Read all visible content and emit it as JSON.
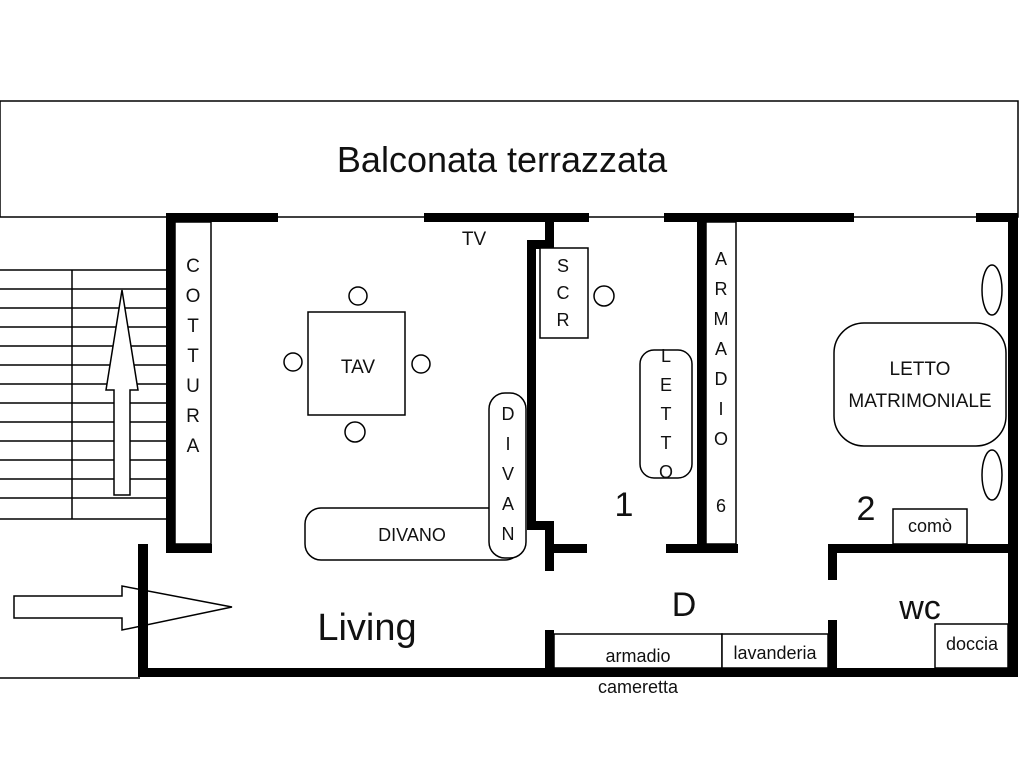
{
  "colors": {
    "wall": "#000000",
    "line": "#000000",
    "background": "#ffffff",
    "text": "#111111"
  },
  "labels": {
    "balcony": "Balconata  terrazzata",
    "living": "Living",
    "tv": "TV",
    "table": "TAV",
    "sofa": "DIVANO",
    "sofa_vertical": "DIVAN",
    "cooking_vertical": "COTTURA",
    "desk_vertical": "SCR",
    "bed_single_vertical": "LETTO",
    "wardrobe_vertical": "ARMADIO",
    "wardrobe_number": "6",
    "room_1": "1",
    "room_2": "2",
    "double_bed_line1": "LETTO",
    "double_bed_line2": "MATRIMONIALE",
    "dresser": "comò",
    "corridor": "D",
    "wc": "wc",
    "shower": "doccia",
    "wardrobe_small": "armadio",
    "small_room": "cameretta",
    "laundry": "lavanderia"
  },
  "icons": {
    "staircase": "staircase-icon",
    "stair_arrow": "up-arrow-icon",
    "entrance_arrow": "right-arrow-icon",
    "chair": "chair-icon",
    "bedside_table": "bedside-table-icon"
  }
}
